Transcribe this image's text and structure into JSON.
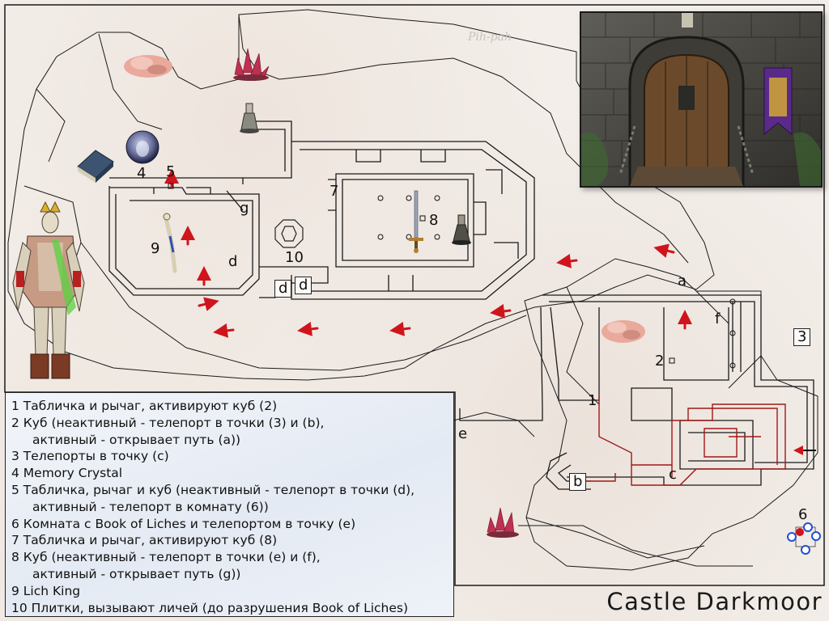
{
  "map": {
    "title": "Castle Darkmoor",
    "watermark": "Pih-pah",
    "labels": {
      "n1": "1",
      "n2": "2",
      "n3": "3",
      "n4": "4",
      "n5": "5",
      "n6": "6",
      "n7": "7",
      "n8": "8",
      "n9": "9",
      "n10": "10",
      "a": "a",
      "b": "b",
      "c": "c",
      "d": "d",
      "e": "e",
      "f": "f",
      "g": "g"
    }
  },
  "legend": {
    "items": [
      "1 Табличка и рычаг, активируют куб (2)",
      "2 Куб (неактивный - телепорт в точки (3) и (b),",
      "активный - открывает путь (a))",
      "3 Телепорты в точку (c)",
      "4 Memory Crystal",
      "5 Табличка, рычаг и куб (неактивный - телепорт в точки (d),",
      "активный - телепорт в комнату (6))",
      "6 Комната с Book of Liches и телепортом в точку (e)",
      "7 Табличка и рычаг, активируют куб (8)",
      "8 Куб (неактивный - телепорт в точки (e) и (f),",
      "активный - открывает путь (g))",
      "9 Lich King",
      "10 Плитки, вызывают личей (до разрушения Book of Liches)"
    ]
  },
  "colors": {
    "wall": "#1a1a1a",
    "arrow": "#d0141c",
    "route": "#a01818",
    "parchment": "#f3eee9",
    "legend_bg": "#e8edf5",
    "crystal": "#c03050",
    "coral": "#e8a898"
  },
  "icons": [
    "door-inset-icon",
    "coral-icon",
    "crystal-icon",
    "bell-icon",
    "book-icon",
    "orb-icon",
    "lich-king-icon",
    "staff-icon",
    "sword-icon",
    "tile-icon",
    "portal-icon"
  ]
}
